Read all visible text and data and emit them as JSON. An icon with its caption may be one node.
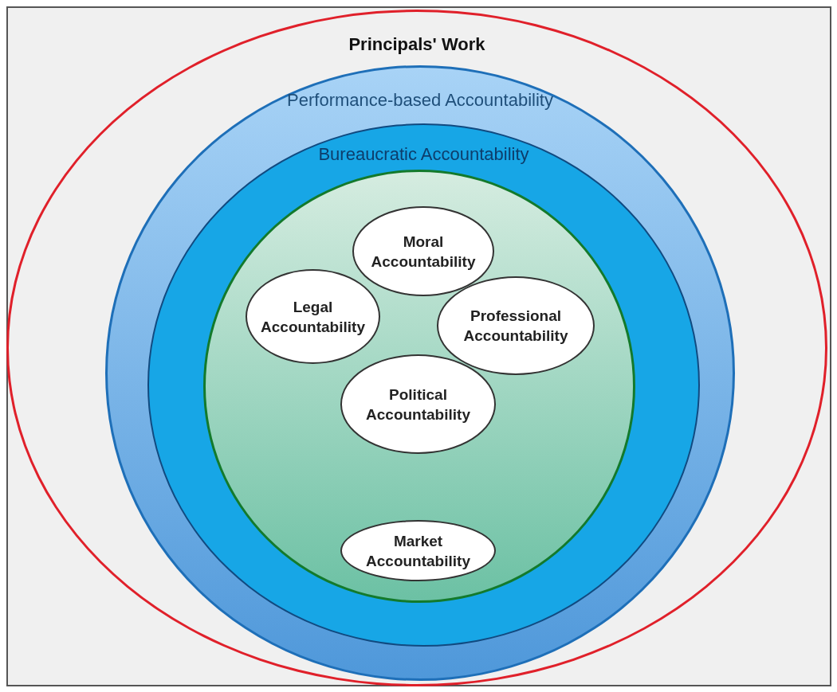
{
  "diagram": {
    "nodes": [
      {
        "text": [
          "Principals' Work"
        ]
      },
      {
        "text": [
          "Performance-based Accountability"
        ],
        "in": 0
      },
      {
        "text": [
          "Bureaucratic Accountability"
        ],
        "in": 1
      },
      {
        "text": [],
        "shape": "circle",
        "in": 2
      },
      {
        "text": [
          "Moral Accountability"
        ],
        "in": 3
      },
      {
        "text": [
          "Legal Accountability"
        ],
        "in": 3
      },
      {
        "text": [
          "Professional Accountability"
        ],
        "in": 3
      },
      {
        "text": [
          "Political Accountability"
        ],
        "in": 3
      },
      {
        "text": [
          "Market Accountability"
        ],
        "in": 3
      }
    ]
  }
}
